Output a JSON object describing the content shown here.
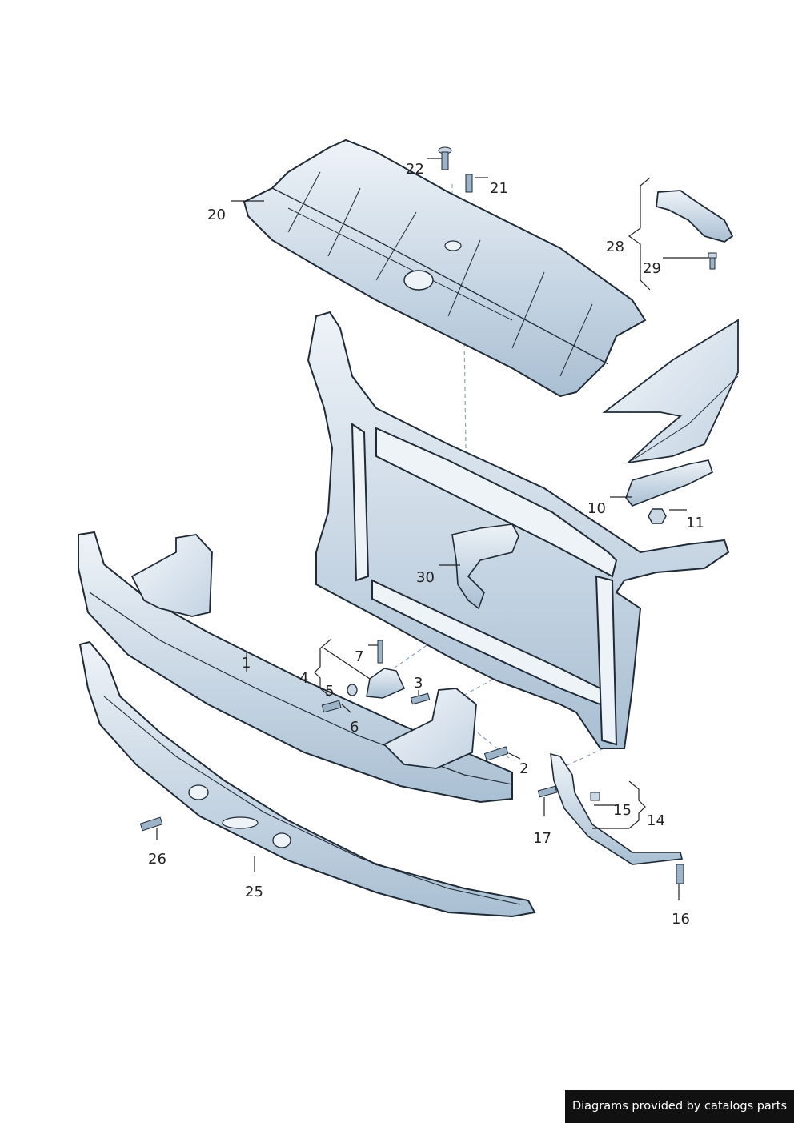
{
  "callouts": [
    {
      "id": "1",
      "label": "1"
    },
    {
      "id": "2",
      "label": "2"
    },
    {
      "id": "3",
      "label": "3"
    },
    {
      "id": "4",
      "label": "4"
    },
    {
      "id": "5",
      "label": "5"
    },
    {
      "id": "6",
      "label": "6"
    },
    {
      "id": "7",
      "label": "7"
    },
    {
      "id": "10",
      "label": "10"
    },
    {
      "id": "11",
      "label": "11"
    },
    {
      "id": "14",
      "label": "14"
    },
    {
      "id": "15",
      "label": "15"
    },
    {
      "id": "16",
      "label": "16"
    },
    {
      "id": "17",
      "label": "17"
    },
    {
      "id": "20",
      "label": "20"
    },
    {
      "id": "21",
      "label": "21"
    },
    {
      "id": "22",
      "label": "22"
    },
    {
      "id": "25",
      "label": "25"
    },
    {
      "id": "26",
      "label": "26"
    },
    {
      "id": "28",
      "label": "28"
    },
    {
      "id": "29",
      "label": "29"
    },
    {
      "id": "30",
      "label": "30"
    }
  ],
  "credit": "Diagrams provided by catalogs parts",
  "colors": {
    "part_fill": "#dfe8f1",
    "part_shade": "#a9bfd3",
    "outline": "#1f2a36",
    "leader": "#222222",
    "guide": "#8fa3b8"
  }
}
